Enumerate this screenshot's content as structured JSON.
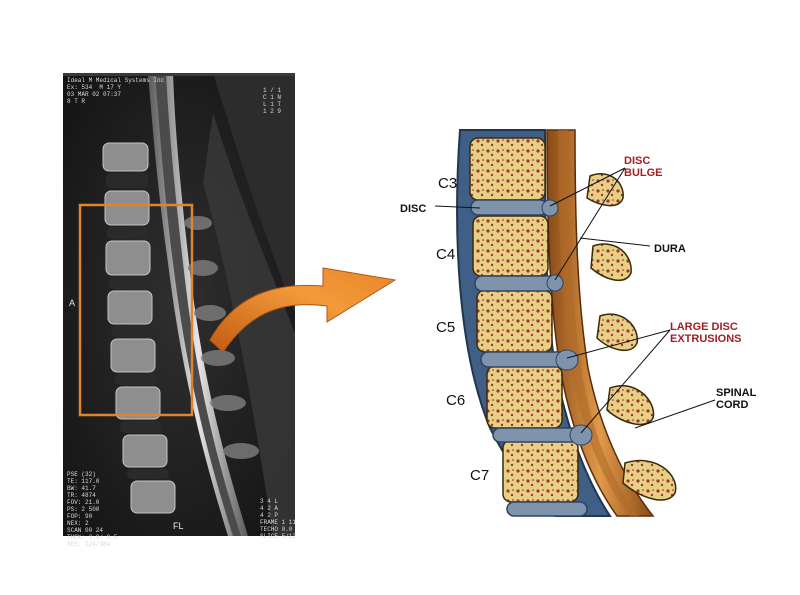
{
  "mri": {
    "orientation_left": "A",
    "orientation_bottom": "FL"
  },
  "diagram": {
    "vertebrae": [
      "C3",
      "C4",
      "C5",
      "C6",
      "C7"
    ],
    "labels": {
      "disc": "DISC",
      "disc_bulge_line1": "DISC",
      "disc_bulge_line2": "BULGE",
      "dura": "DURA",
      "extrusions_line1": "LARGE DISC",
      "extrusions_line2": "EXTRUSIONS",
      "cord_line1": "SPINAL",
      "cord_line2": "CORD"
    }
  },
  "colors": {
    "arrow": "#e8862a",
    "highlight_box": "#e0852d",
    "label_red": "#a32025",
    "bone": "#e8cf86",
    "disc": "#7f93ad",
    "cord": "#c9853a"
  }
}
